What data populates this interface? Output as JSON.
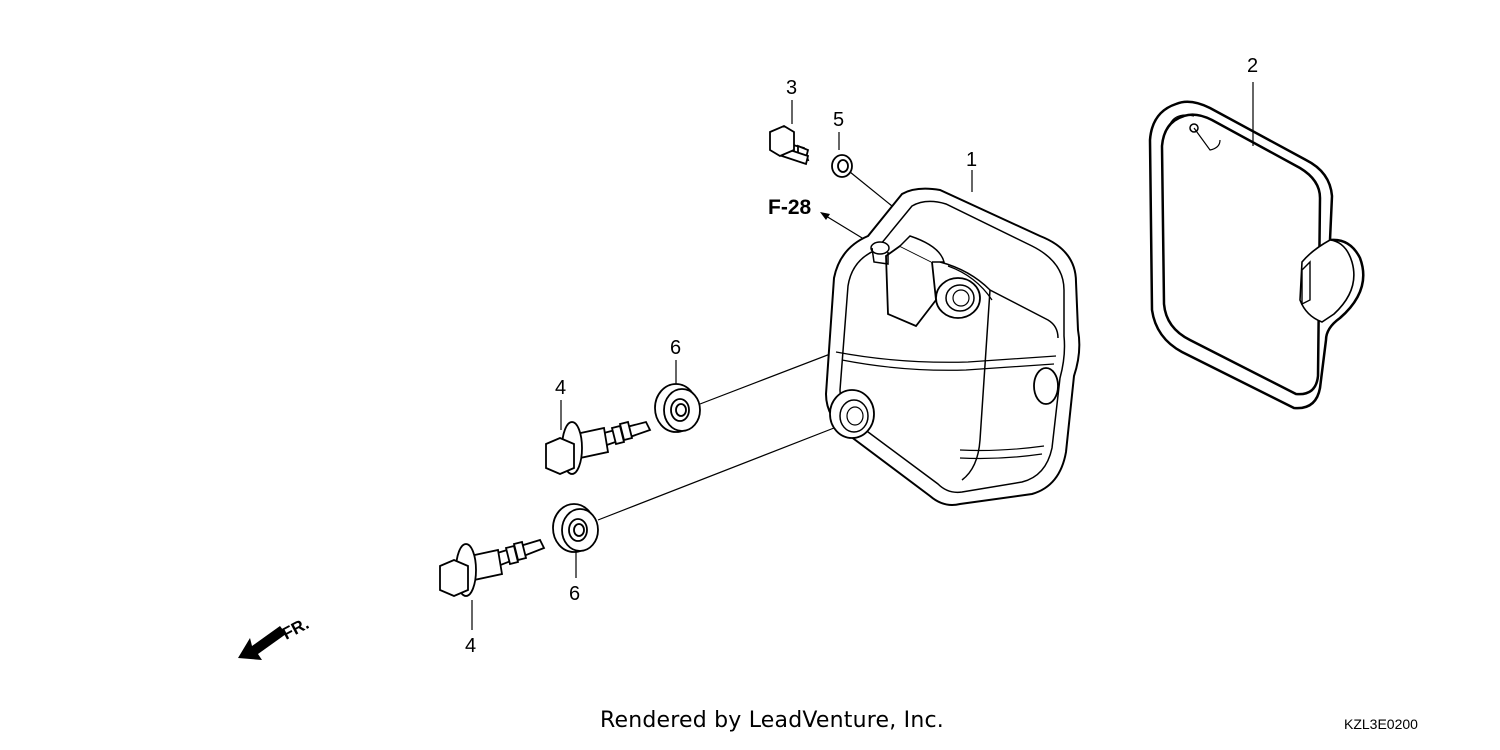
{
  "callouts": {
    "cover": "1",
    "gasket": "2",
    "bolt_top": "3",
    "bolt_upper": "4",
    "bolt_lower": "4",
    "washer_top": "5",
    "washer_upper": "6",
    "washer_lower": "6"
  },
  "reference_label": "F-28",
  "direction_label": "FR.",
  "footer_text": "Rendered by LeadVenture, Inc.",
  "diagram_code": "KZL3E0200"
}
